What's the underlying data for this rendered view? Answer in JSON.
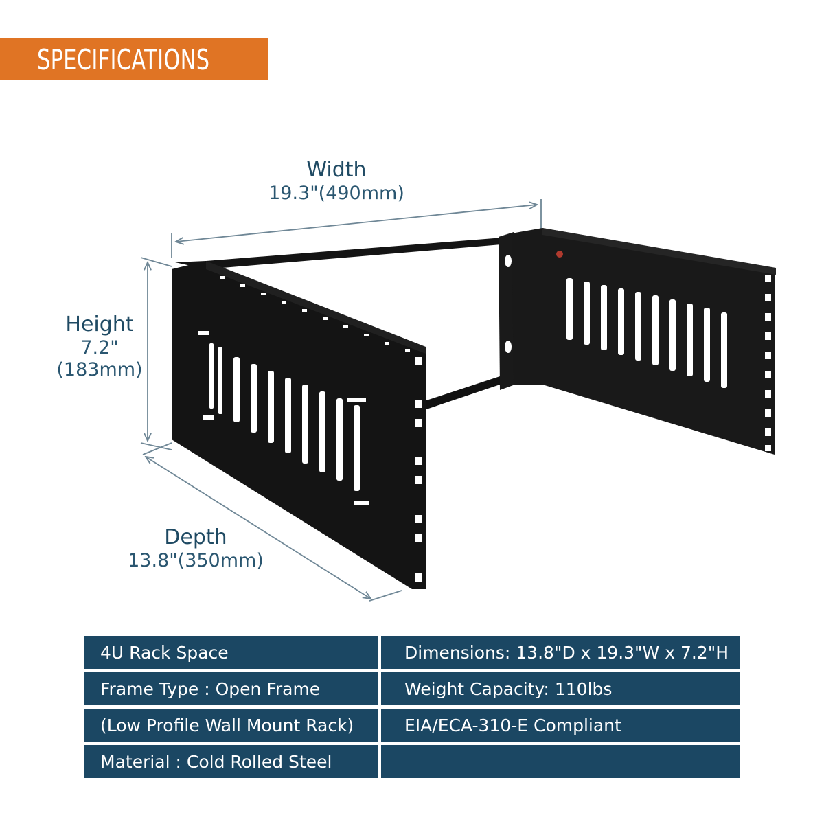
{
  "header": {
    "title": "SPECIFICATIONS",
    "color": "#e07424"
  },
  "dimensions": {
    "width": {
      "label": "Width",
      "value": "19.3\"(490mm)"
    },
    "height": {
      "label": "Height",
      "value_line1": "7.2\"",
      "value_line2": "(183mm)"
    },
    "depth": {
      "label": "Depth",
      "value": "13.8\"(350mm)"
    }
  },
  "specs": {
    "rows": [
      {
        "left": "4U Rack Space",
        "right": "Dimensions: 13.8\"D x 19.3\"W x 7.2\"H"
      },
      {
        "left": "Frame Type : Open Frame",
        "right": "Weight Capacity: 110lbs"
      },
      {
        "left": "(Low Profile Wall Mount Rack)",
        "right": "EIA/ECA-310-E Compliant"
      },
      {
        "left": "Material : Cold Rolled Steel",
        "right": ""
      }
    ]
  },
  "colors": {
    "table_bg": "#1b4763",
    "dimension_text": "#1f4a63",
    "product": "#1a1a1a"
  }
}
